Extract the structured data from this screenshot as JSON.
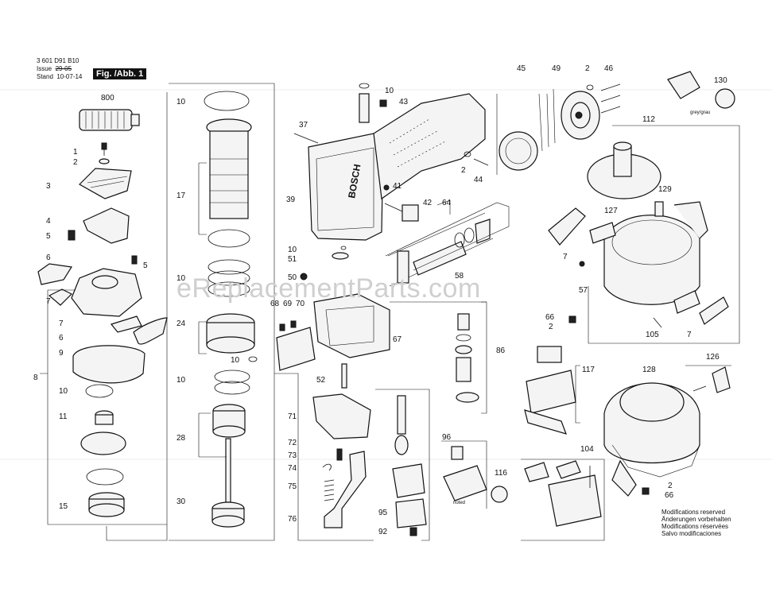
{
  "header": {
    "doc_number": "3 601 D91 B10",
    "issue_label": "Issue",
    "issue_value": "29-05",
    "stand_label": "Stand",
    "stand_value": "10-07-14",
    "figure_label": "Fig. /Abb. 1"
  },
  "watermark": "eReplacementParts.com",
  "modifications": [
    "Modifications reserved",
    "Änderungen vorbehalten",
    "Modifications réservées",
    "Salvo modificaciones"
  ],
  "small_labels": {
    "grey": "grey/grau",
    "noted": "noted"
  },
  "callouts": [
    {
      "id": "c800",
      "label": "800"
    },
    {
      "id": "c1",
      "label": "1"
    },
    {
      "id": "c2a",
      "label": "2"
    },
    {
      "id": "c3",
      "label": "3"
    },
    {
      "id": "c4",
      "label": "4"
    },
    {
      "id": "c5a",
      "label": "5"
    },
    {
      "id": "c6a",
      "label": "6"
    },
    {
      "id": "c5b",
      "label": "5"
    },
    {
      "id": "c7a",
      "label": "7"
    },
    {
      "id": "c7b",
      "label": "7"
    },
    {
      "id": "c6b",
      "label": "6"
    },
    {
      "id": "c9",
      "label": "9"
    },
    {
      "id": "c8",
      "label": "8"
    },
    {
      "id": "c10a",
      "label": "10"
    },
    {
      "id": "c11",
      "label": "11"
    },
    {
      "id": "c15",
      "label": "15"
    },
    {
      "id": "c10b",
      "label": "10"
    },
    {
      "id": "c17",
      "label": "17"
    },
    {
      "id": "c10c",
      "label": "10"
    },
    {
      "id": "c24",
      "label": "24"
    },
    {
      "id": "c10d",
      "label": "10"
    },
    {
      "id": "c10e",
      "label": "10"
    },
    {
      "id": "c28",
      "label": "28"
    },
    {
      "id": "c30",
      "label": "30"
    },
    {
      "id": "c37",
      "label": "37"
    },
    {
      "id": "c39",
      "label": "39"
    },
    {
      "id": "c10f",
      "label": "10"
    },
    {
      "id": "c43",
      "label": "43"
    },
    {
      "id": "c41",
      "label": "41"
    },
    {
      "id": "c42",
      "label": "42"
    },
    {
      "id": "c10g",
      "label": "10"
    },
    {
      "id": "c51",
      "label": "51"
    },
    {
      "id": "c50",
      "label": "50"
    },
    {
      "id": "c68",
      "label": "68"
    },
    {
      "id": "c69",
      "label": "69"
    },
    {
      "id": "c70",
      "label": "70"
    },
    {
      "id": "c67",
      "label": "67"
    },
    {
      "id": "c52",
      "label": "52"
    },
    {
      "id": "c71",
      "label": "71"
    },
    {
      "id": "c72",
      "label": "72"
    },
    {
      "id": "c73",
      "label": "73"
    },
    {
      "id": "c74",
      "label": "74"
    },
    {
      "id": "c75",
      "label": "75"
    },
    {
      "id": "c76",
      "label": "76"
    },
    {
      "id": "c64",
      "label": "64"
    },
    {
      "id": "c58",
      "label": "58"
    },
    {
      "id": "c86",
      "label": "86"
    },
    {
      "id": "c96",
      "label": "96"
    },
    {
      "id": "c95",
      "label": "95"
    },
    {
      "id": "c92",
      "label": "92"
    },
    {
      "id": "c45",
      "label": "45"
    },
    {
      "id": "c49",
      "label": "49"
    },
    {
      "id": "c2b",
      "label": "2"
    },
    {
      "id": "c46",
      "label": "46"
    },
    {
      "id": "c2c",
      "label": "2"
    },
    {
      "id": "c44",
      "label": "44"
    },
    {
      "id": "c130",
      "label": "130"
    },
    {
      "id": "c112",
      "label": "112"
    },
    {
      "id": "c127",
      "label": "127"
    },
    {
      "id": "c129",
      "label": "129"
    },
    {
      "id": "c7c",
      "label": "7"
    },
    {
      "id": "c57",
      "label": "57"
    },
    {
      "id": "c66a",
      "label": "66"
    },
    {
      "id": "c2d",
      "label": "2"
    },
    {
      "id": "c105",
      "label": "105"
    },
    {
      "id": "c7d",
      "label": "7"
    },
    {
      "id": "c117",
      "label": "117"
    },
    {
      "id": "c126",
      "label": "126"
    },
    {
      "id": "c128",
      "label": "128"
    },
    {
      "id": "c116",
      "label": "116"
    },
    {
      "id": "c104",
      "label": "104"
    },
    {
      "id": "c2e",
      "label": "2"
    },
    {
      "id": "c66b",
      "label": "66"
    }
  ]
}
